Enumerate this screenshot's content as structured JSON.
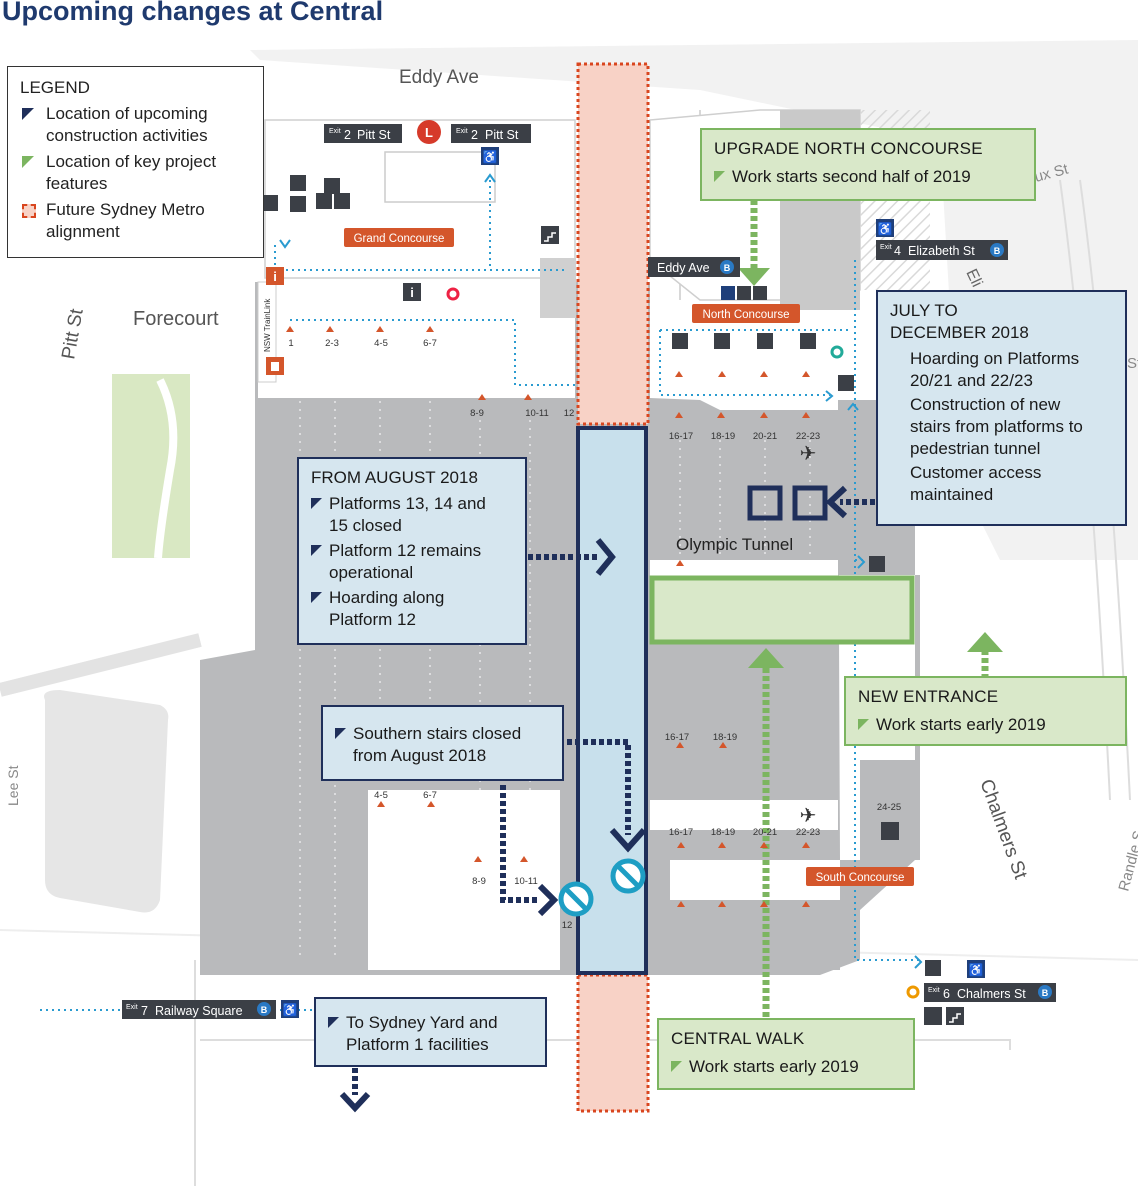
{
  "title": "Upcoming changes at Central",
  "legend": {
    "heading": "LEGEND",
    "items": [
      {
        "label": "Location of upcoming construction activities",
        "marker": "blue-triangle"
      },
      {
        "label": "Location of key project features",
        "marker": "green-triangle"
      },
      {
        "label": "Future Sydney Metro alignment",
        "marker": "red-dashed-square"
      }
    ]
  },
  "streets": {
    "eddy_ave": "Eddy Ave",
    "pitt_st": "Pitt St",
    "lee_st": "Lee St",
    "chalmers_st": "Chalmers St",
    "elizabeth_partial": "Eli",
    "randle_partial": "Randle S",
    "devonshire_partial": "ux St",
    "st_partial": "St"
  },
  "areas": {
    "forecourt": "Forecourt",
    "olympic_tunnel": "Olympic Tunnel",
    "nsw_trainlink": "NSW TrainLink"
  },
  "concourses": {
    "grand": "Grand Concourse",
    "north": "North Concourse",
    "south": "South Concourse"
  },
  "exits": {
    "exit_label": "Exit",
    "pitt_a": {
      "num": "2",
      "name": "Pitt St"
    },
    "pitt_b": {
      "num": "2",
      "name": "Pitt St"
    },
    "eddy": {
      "name": "Eddy Ave"
    },
    "elizabeth": {
      "num": "4",
      "name": "Elizabeth St"
    },
    "railway_sq": {
      "num": "7",
      "name": "Railway Square"
    },
    "chalmers": {
      "num": "6",
      "name": "Chalmers St"
    }
  },
  "icons": {
    "lightrail": "L",
    "bus": "B",
    "info": "i"
  },
  "platforms": {
    "top_row": [
      "1",
      "2-3",
      "4-5",
      "6-7"
    ],
    "top_row2": [
      "8-9",
      "10-11",
      "12"
    ],
    "north": [
      "16-17",
      "18-19",
      "20-21",
      "22-23"
    ],
    "mid_low": [
      "16-17",
      "18-19"
    ],
    "south_left": [
      "4-5",
      "6-7"
    ],
    "south_left2": [
      "8-9",
      "10-11",
      "12"
    ],
    "south_right": [
      "16-17",
      "18-19",
      "20-21",
      "22-23"
    ],
    "far_right": "24-25"
  },
  "callouts": {
    "north_concourse": {
      "heading": "UPGRADE NORTH CONCOURSE",
      "item": "Work starts second half of 2019"
    },
    "july": {
      "heading1": "JULY TO",
      "heading2": "DECEMBER 2018",
      "lines": [
        "Hoarding on Platforms",
        "20/21 and 22/23",
        "Construction of new",
        "stairs from platforms to",
        "pedestrian tunnel",
        "Customer access",
        "maintained"
      ]
    },
    "august": {
      "heading": "FROM AUGUST 2018",
      "items": [
        [
          "Platforms 13, 14 and",
          "15 closed"
        ],
        [
          "Platform 12 remains",
          "operational"
        ],
        [
          "Hoarding along",
          "Platform 12"
        ]
      ]
    },
    "southern": {
      "line1": "Southern stairs closed",
      "line2": "from August 2018"
    },
    "new_entrance": {
      "heading": "NEW ENTRANCE",
      "item": "Work starts early 2019"
    },
    "central_walk": {
      "heading": "CENTRAL WALK",
      "item": "Work starts early 2019"
    },
    "sydney_yard": {
      "line1": "To Sydney Yard and",
      "line2": "Platform 1 facilities"
    }
  },
  "colors": {
    "navy": "#1f2f5a",
    "project_green": "#7cb560",
    "metro_red": "#d9461f",
    "metro_fill": "#f8d2c6",
    "concourse_orange": "#d4562b",
    "path_cyan": "#2a9bd0",
    "platform_grey": "#b9babc"
  }
}
